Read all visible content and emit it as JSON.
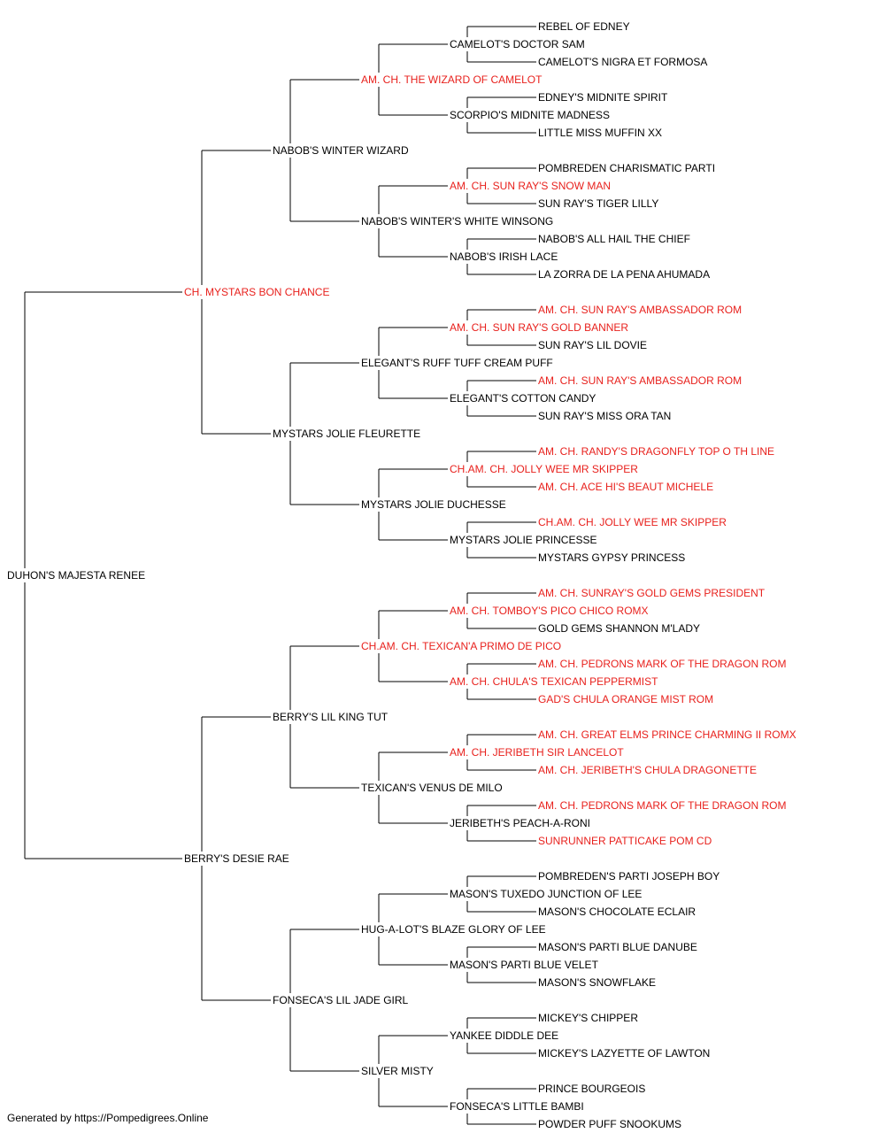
{
  "colors": {
    "champion": "#e8211d",
    "normal": "#000000",
    "line": "#000000"
  },
  "footer": "Generated by https://Pompedigrees.Online",
  "pedigree": {
    "name": "DUHON'S MAJESTA RENEE",
    "ch": false,
    "sire": {
      "name": "CH. MYSTARS BON CHANCE",
      "ch": true,
      "sire": {
        "name": "NABOB'S WINTER WIZARD",
        "ch": false,
        "sire": {
          "name": "AM. CH. THE WIZARD OF CAMELOT",
          "ch": true,
          "sire": {
            "name": "CAMELOT'S DOCTOR SAM",
            "ch": false,
            "sire": {
              "name": "REBEL OF EDNEY",
              "ch": false
            },
            "dam": {
              "name": "CAMELOT'S NIGRA ET FORMOSA",
              "ch": false
            }
          },
          "dam": {
            "name": "SCORPIO'S MIDNITE MADNESS",
            "ch": false,
            "sire": {
              "name": "EDNEY'S MIDNITE SPIRIT",
              "ch": false
            },
            "dam": {
              "name": "LITTLE MISS MUFFIN XX",
              "ch": false
            }
          }
        },
        "dam": {
          "name": "NABOB'S WINTER'S WHITE WINSONG",
          "ch": false,
          "sire": {
            "name": "AM. CH. SUN RAY'S SNOW MAN",
            "ch": true,
            "sire": {
              "name": "POMBREDEN CHARISMATIC PARTI",
              "ch": false
            },
            "dam": {
              "name": "SUN RAY'S TIGER LILLY",
              "ch": false
            }
          },
          "dam": {
            "name": "NABOB'S IRISH LACE",
            "ch": false,
            "sire": {
              "name": "NABOB'S ALL HAIL THE CHIEF",
              "ch": false
            },
            "dam": {
              "name": "LA ZORRA DE LA PENA AHUMADA",
              "ch": false
            }
          }
        }
      },
      "dam": {
        "name": "MYSTARS JOLIE FLEURETTE",
        "ch": false,
        "sire": {
          "name": "ELEGANT'S RUFF TUFF CREAM PUFF",
          "ch": false,
          "sire": {
            "name": "AM. CH. SUN RAY'S GOLD BANNER",
            "ch": true,
            "sire": {
              "name": "AM. CH. SUN RAY'S AMBASSADOR ROM",
              "ch": true
            },
            "dam": {
              "name": "SUN RAY'S LIL DOVIE",
              "ch": false
            }
          },
          "dam": {
            "name": "ELEGANT'S COTTON CANDY",
            "ch": false,
            "sire": {
              "name": "AM. CH. SUN RAY'S AMBASSADOR ROM",
              "ch": true
            },
            "dam": {
              "name": "SUN RAY'S MISS ORA TAN",
              "ch": false
            }
          }
        },
        "dam": {
          "name": "MYSTARS JOLIE DUCHESSE",
          "ch": false,
          "sire": {
            "name": "CH.AM. CH. JOLLY WEE MR SKIPPER",
            "ch": true,
            "sire": {
              "name": "AM. CH. RANDY'S DRAGONFLY TOP O TH LINE",
              "ch": true
            },
            "dam": {
              "name": "AM. CH. ACE HI'S BEAUT MICHELE",
              "ch": true
            }
          },
          "dam": {
            "name": "MYSTARS JOLIE PRINCESSE",
            "ch": false,
            "sire": {
              "name": "CH.AM. CH. JOLLY WEE MR SKIPPER",
              "ch": true
            },
            "dam": {
              "name": "MYSTARS GYPSY PRINCESS",
              "ch": false
            }
          }
        }
      }
    },
    "dam": {
      "name": "BERRY'S DESIE RAE",
      "ch": false,
      "sire": {
        "name": "BERRY'S LIL KING TUT",
        "ch": false,
        "sire": {
          "name": "CH.AM. CH. TEXICAN'A PRIMO DE PICO",
          "ch": true,
          "sire": {
            "name": "AM. CH. TOMBOY'S PICO CHICO ROMX",
            "ch": true,
            "sire": {
              "name": "AM. CH. SUNRAY'S GOLD GEMS PRESIDENT",
              "ch": true
            },
            "dam": {
              "name": "GOLD GEMS SHANNON M'LADY",
              "ch": false
            }
          },
          "dam": {
            "name": "AM. CH. CHULA'S TEXICAN PEPPERMIST",
            "ch": true,
            "sire": {
              "name": "AM. CH. PEDRONS MARK OF THE DRAGON ROM",
              "ch": true
            },
            "dam": {
              "name": "GAD'S CHULA ORANGE MIST ROM",
              "ch": true
            }
          }
        },
        "dam": {
          "name": "TEXICAN'S VENUS DE MILO",
          "ch": false,
          "sire": {
            "name": "AM. CH. JERIBETH SIR LANCELOT",
            "ch": true,
            "sire": {
              "name": "AM. CH. GREAT ELMS PRINCE CHARMING II ROMX",
              "ch": true
            },
            "dam": {
              "name": "AM. CH. JERIBETH'S CHULA DRAGONETTE",
              "ch": true
            }
          },
          "dam": {
            "name": "JERIBETH'S PEACH-A-RONI",
            "ch": false,
            "sire": {
              "name": "AM. CH. PEDRONS MARK OF THE DRAGON ROM",
              "ch": true
            },
            "dam": {
              "name": "SUNRUNNER PATTICAKE POM CD",
              "ch": true
            }
          }
        }
      },
      "dam": {
        "name": "FONSECA'S LIL JADE GIRL",
        "ch": false,
        "sire": {
          "name": "HUG-A-LOT'S BLAZE GLORY OF LEE",
          "ch": false,
          "sire": {
            "name": "MASON'S TUXEDO JUNCTION OF LEE",
            "ch": false,
            "sire": {
              "name": "POMBREDEN'S PARTI JOSEPH BOY",
              "ch": false
            },
            "dam": {
              "name": "MASON'S CHOCOLATE ECLAIR",
              "ch": false
            }
          },
          "dam": {
            "name": "MASON'S PARTI BLUE VELET",
            "ch": false,
            "sire": {
              "name": "MASON'S PARTI BLUE DANUBE",
              "ch": false
            },
            "dam": {
              "name": "MASON'S SNOWFLAKE",
              "ch": false
            }
          }
        },
        "dam": {
          "name": "SILVER MISTY",
          "ch": false,
          "sire": {
            "name": "YANKEE DIDDLE DEE",
            "ch": false,
            "sire": {
              "name": "MICKEY'S CHIPPER",
              "ch": false
            },
            "dam": {
              "name": "MICKEY'S LAZYETTE OF LAWTON",
              "ch": false
            }
          },
          "dam": {
            "name": "FONSECA'S LITTLE BAMBI",
            "ch": false,
            "sire": {
              "name": "PRINCE BOURGEOIS",
              "ch": false
            },
            "dam": {
              "name": "POWDER PUFF SNOOKUMS",
              "ch": false
            }
          }
        }
      }
    }
  }
}
